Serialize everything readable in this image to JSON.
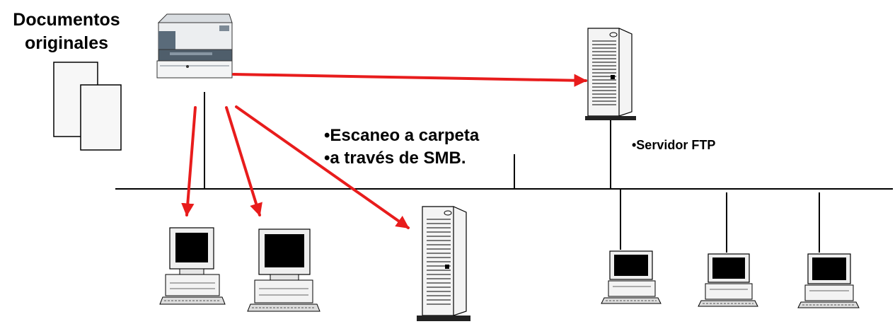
{
  "labels": {
    "originals_line1": "Documentos",
    "originals_line2": "originales",
    "smb_line1": "•Escaneo a carpeta",
    "smb_line2": "•a través de SMB.",
    "ftp_server": "•Servidor FTP"
  },
  "colors": {
    "arrow": "#e81c1c",
    "network_line": "#000000",
    "monitor_screen": "#000000",
    "device_body": "#f2f2f2",
    "printer_panel": "#5a6b7a"
  },
  "icons": {
    "originals": "documents-icon",
    "printer": "multifunction-printer-icon",
    "servers": "tower-server-icon",
    "computers": "desktop-computer-icon"
  }
}
